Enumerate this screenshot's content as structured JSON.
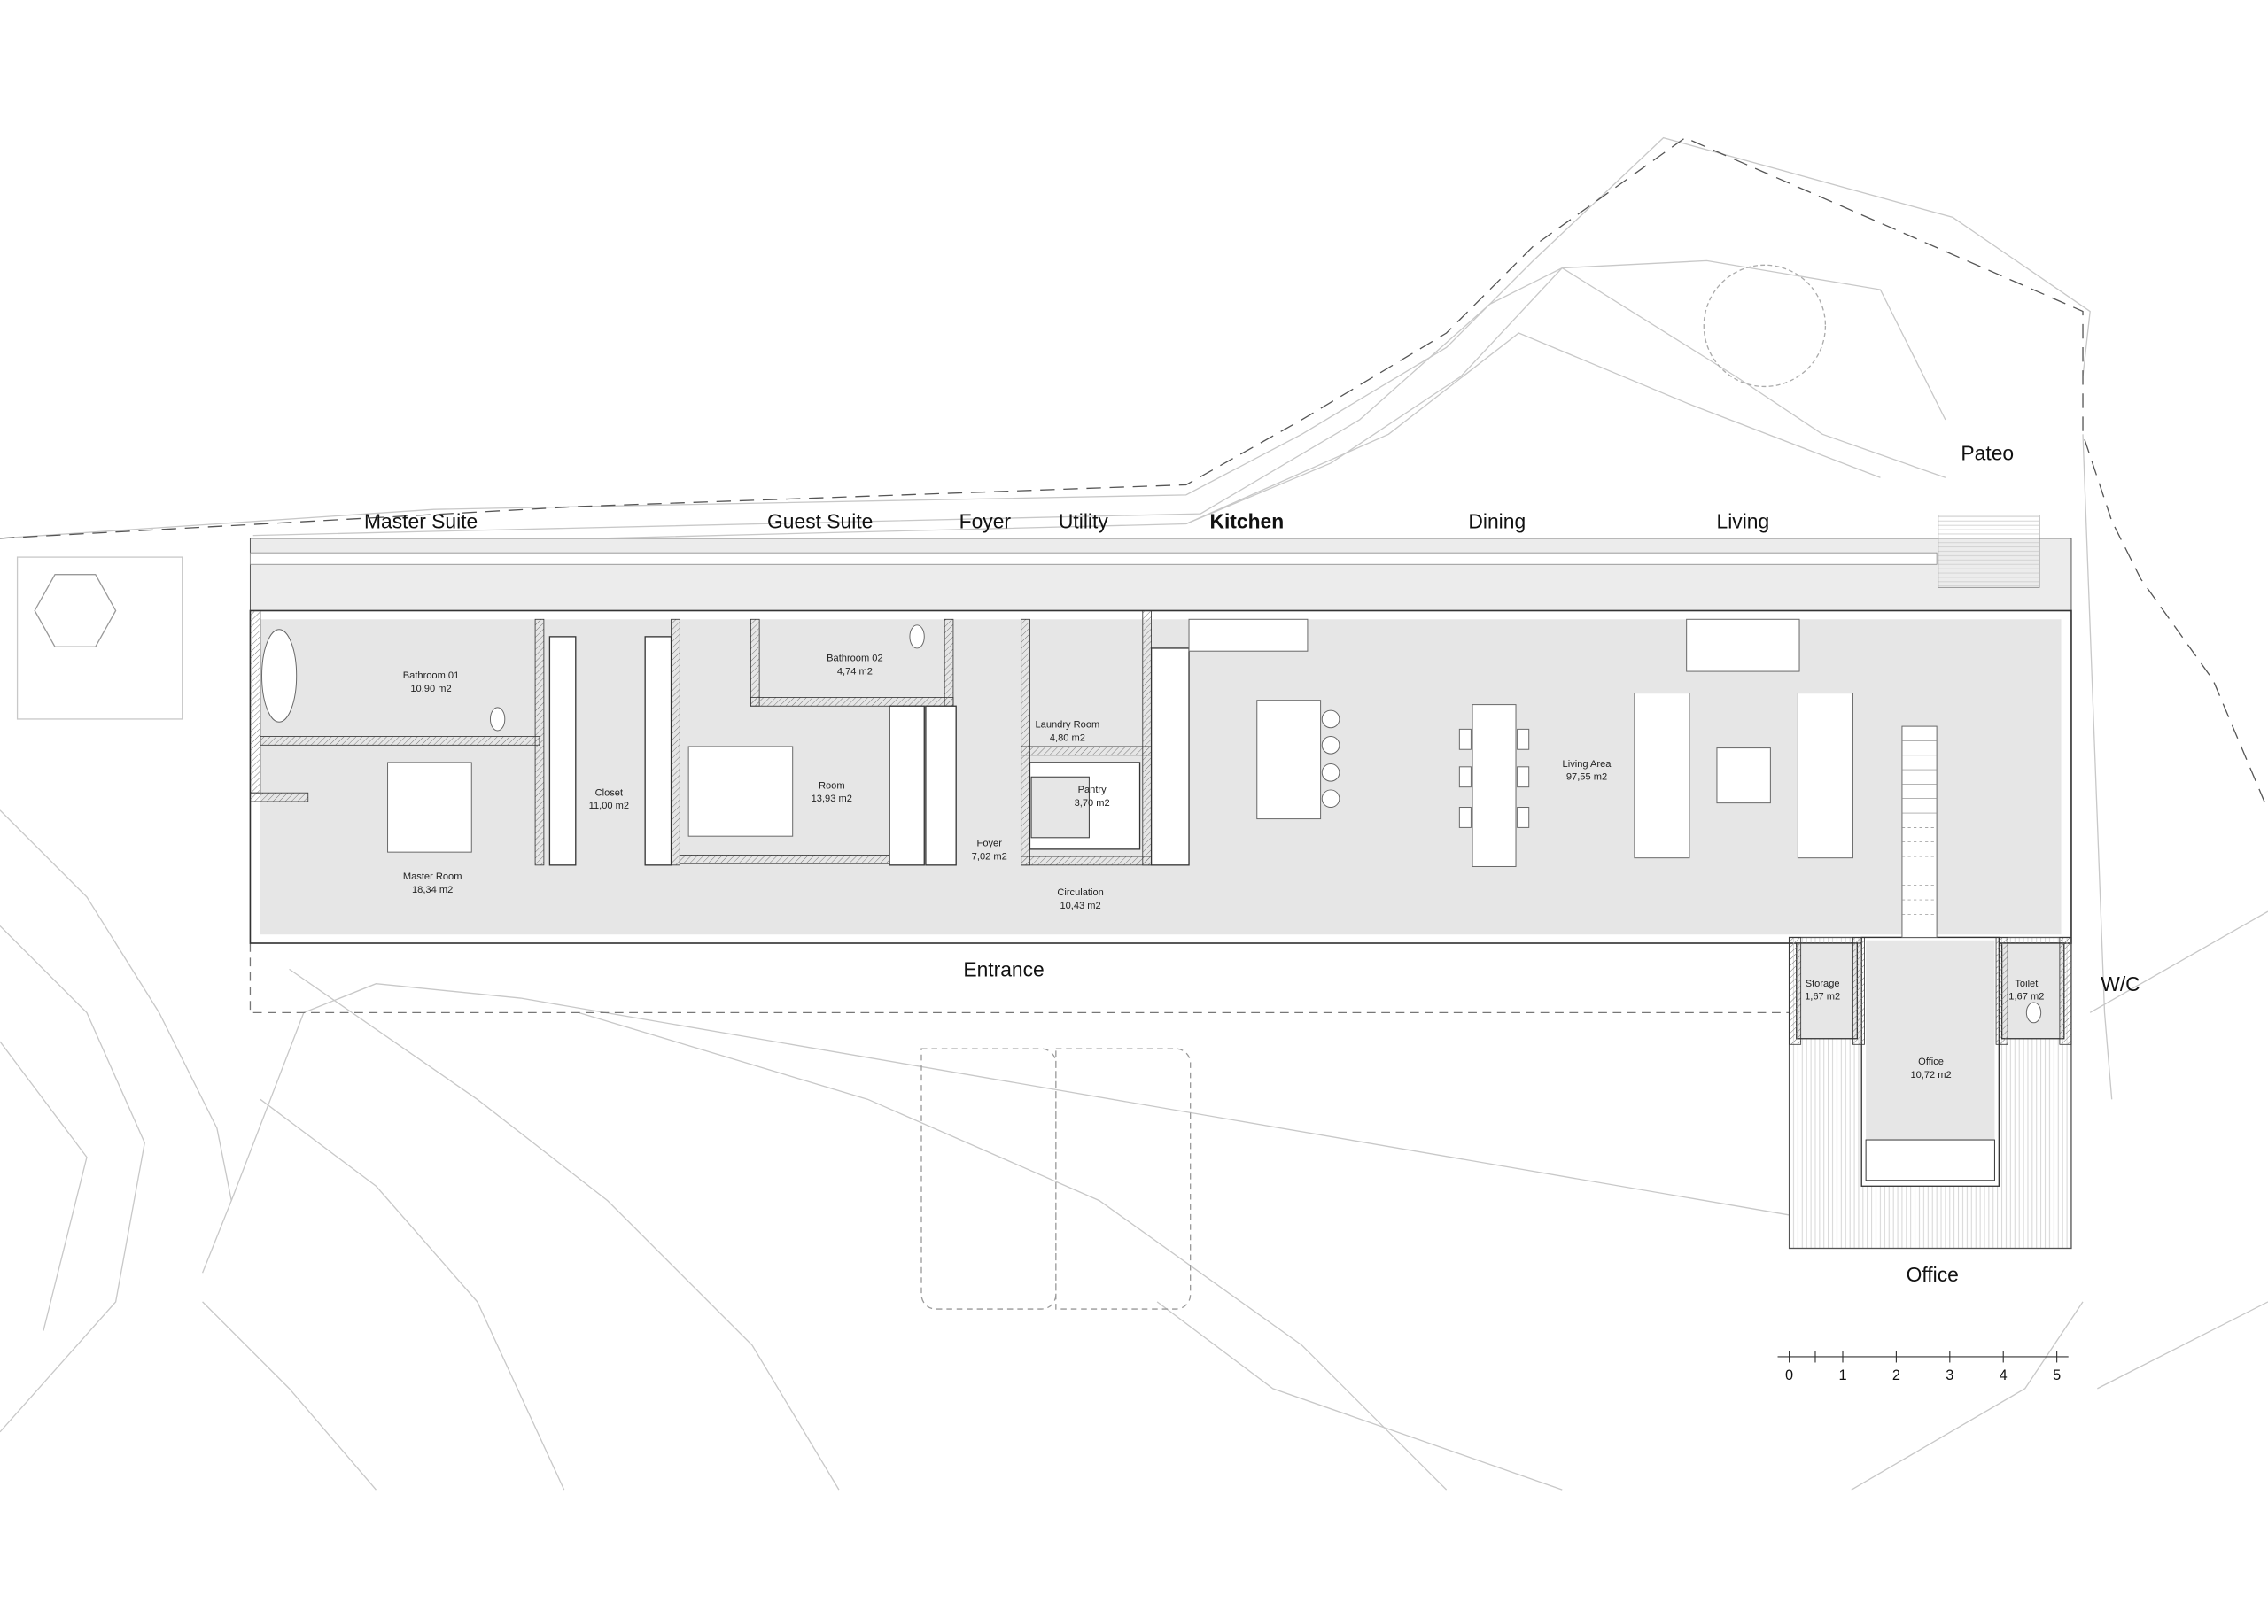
{
  "sections": {
    "master_suite": "Master Suite",
    "guest_suite": "Guest Suite",
    "foyer": "Foyer",
    "utility": "Utility",
    "kitchen": "Kitchen",
    "dining": "Dining",
    "living": "Living",
    "pateo": "Pateo",
    "entrance": "Entrance",
    "wc": "W/C",
    "office": "Office"
  },
  "rooms": {
    "bathroom01": {
      "name": "Bathroom 01",
      "area": "10,90 m2"
    },
    "master_room": {
      "name": "Master Room",
      "area": "18,34 m2"
    },
    "closet": {
      "name": "Closet",
      "area": "11,00 m2"
    },
    "bathroom02": {
      "name": "Bathroom 02",
      "area": "4,74 m2"
    },
    "room": {
      "name": "Room",
      "area": "13,93 m2"
    },
    "foyer": {
      "name": "Foyer",
      "area": "7,02 m2"
    },
    "laundry": {
      "name": "Laundry Room",
      "area": "4,80 m2"
    },
    "pantry": {
      "name": "Pantry",
      "area": "3,70 m2"
    },
    "circulation": {
      "name": "Circulation",
      "area": "10,43 m2"
    },
    "living_area": {
      "name": "Living Area",
      "area": "97,55 m2"
    },
    "storage": {
      "name": "Storage",
      "area": "1,67 m2"
    },
    "toilet": {
      "name": "Toilet",
      "area": "1,67 m2"
    },
    "office": {
      "name": "Office",
      "area": "10,72 m2"
    }
  },
  "scale_bar": {
    "labels": [
      "0",
      "1",
      "2",
      "3",
      "4",
      "5"
    ]
  },
  "colors": {
    "floor": "#e6e6e6",
    "terrace": "#ececec",
    "lines": "#333333",
    "topo": "#c8c8c8"
  }
}
